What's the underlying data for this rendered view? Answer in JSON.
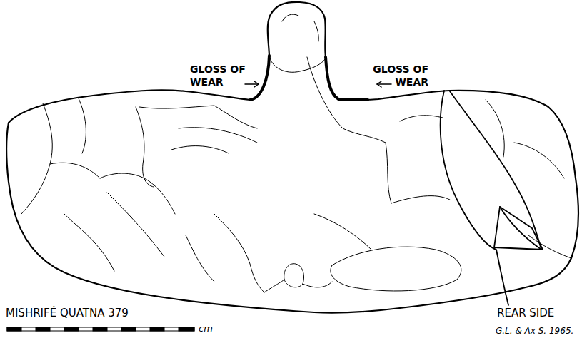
{
  "diagram": {
    "labels": [
      "GLOSS OF WEAR",
      "GLOSS OF WEAR",
      "MISHRIFÉ QUATNA 379",
      "cm",
      "REAR SIDE",
      "G.L. & Ax S. 1965."
    ]
  }
}
